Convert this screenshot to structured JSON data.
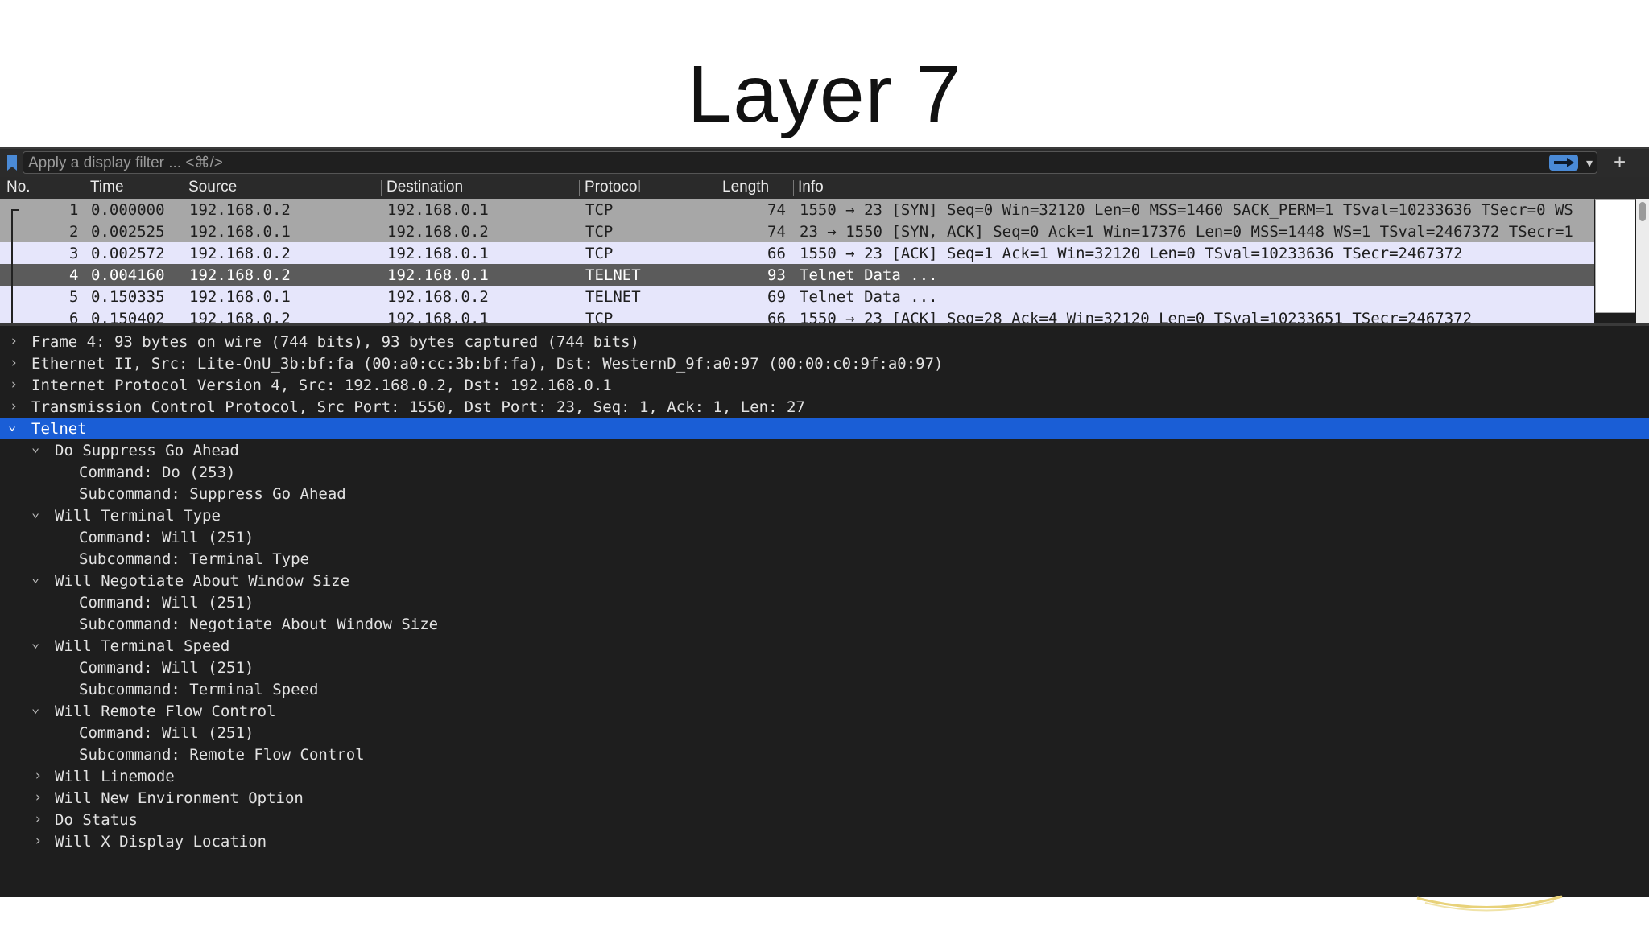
{
  "slide": {
    "title": "Layer 7"
  },
  "filter": {
    "placeholder": "Apply a display filter ... <⌘/>"
  },
  "icons": {
    "dropdown": "▾",
    "plus": "+",
    "chev_right": "›",
    "chev_down": "⌄"
  },
  "columns": [
    "No.",
    "Time",
    "Source",
    "Destination",
    "Protocol",
    "Length",
    "Info"
  ],
  "packets": [
    {
      "no": "1",
      "time": "0.000000",
      "src": "192.168.0.2",
      "dst": "192.168.0.1",
      "proto": "TCP",
      "len": "74",
      "info": "1550 → 23 [SYN] Seq=0 Win=32120 Len=0 MSS=1460 SACK_PERM=1 TSval=10233636 TSecr=0 WS"
    },
    {
      "no": "2",
      "time": "0.002525",
      "src": "192.168.0.1",
      "dst": "192.168.0.2",
      "proto": "TCP",
      "len": "74",
      "info": "23 → 1550 [SYN, ACK] Seq=0 Ack=1 Win=17376 Len=0 MSS=1448 WS=1 TSval=2467372 TSecr=1"
    },
    {
      "no": "3",
      "time": "0.002572",
      "src": "192.168.0.2",
      "dst": "192.168.0.1",
      "proto": "TCP",
      "len": "66",
      "info": "1550 → 23 [ACK] Seq=1 Ack=1 Win=32120 Len=0 TSval=10233636 TSecr=2467372"
    },
    {
      "no": "4",
      "time": "0.004160",
      "src": "192.168.0.2",
      "dst": "192.168.0.1",
      "proto": "TELNET",
      "len": "93",
      "info": "Telnet Data ..."
    },
    {
      "no": "5",
      "time": "0.150335",
      "src": "192.168.0.1",
      "dst": "192.168.0.2",
      "proto": "TELNET",
      "len": "69",
      "info": "Telnet Data ..."
    },
    {
      "no": "6",
      "time": "0.150402",
      "src": "192.168.0.2",
      "dst": "192.168.0.1",
      "proto": "TCP",
      "len": "66",
      "info": "1550 → 23 [ACK] Seq=28 Ack=4 Win=32120 Len=0 TSval=10233651 TSecr=2467372"
    }
  ],
  "details": [
    "Frame 4: 93 bytes on wire (744 bits), 93 bytes captured (744 bits)",
    "Ethernet II, Src: Lite-OnU_3b:bf:fa (00:a0:cc:3b:bf:fa), Dst: WesternD_9f:a0:97 (00:00:c0:9f:a0:97)",
    "Internet Protocol Version 4, Src: 192.168.0.2, Dst: 192.168.0.1",
    "Transmission Control Protocol, Src Port: 1550, Dst Port: 23, Seq: 1, Ack: 1, Len: 27",
    "Telnet",
    "Do Suppress Go Ahead",
    "Command: Do (253)",
    "Subcommand: Suppress Go Ahead",
    "Will Terminal Type",
    "Command: Will (251)",
    "Subcommand: Terminal Type",
    "Will Negotiate About Window Size",
    "Command: Will (251)",
    "Subcommand: Negotiate About Window Size",
    "Will Terminal Speed",
    "Command: Will (251)",
    "Subcommand: Terminal Speed",
    "Will Remote Flow Control",
    "Command: Will (251)",
    "Subcommand: Remote Flow Control",
    "Will Linemode",
    "Will New Environment Option",
    "Do Status",
    "Will X Display Location"
  ]
}
